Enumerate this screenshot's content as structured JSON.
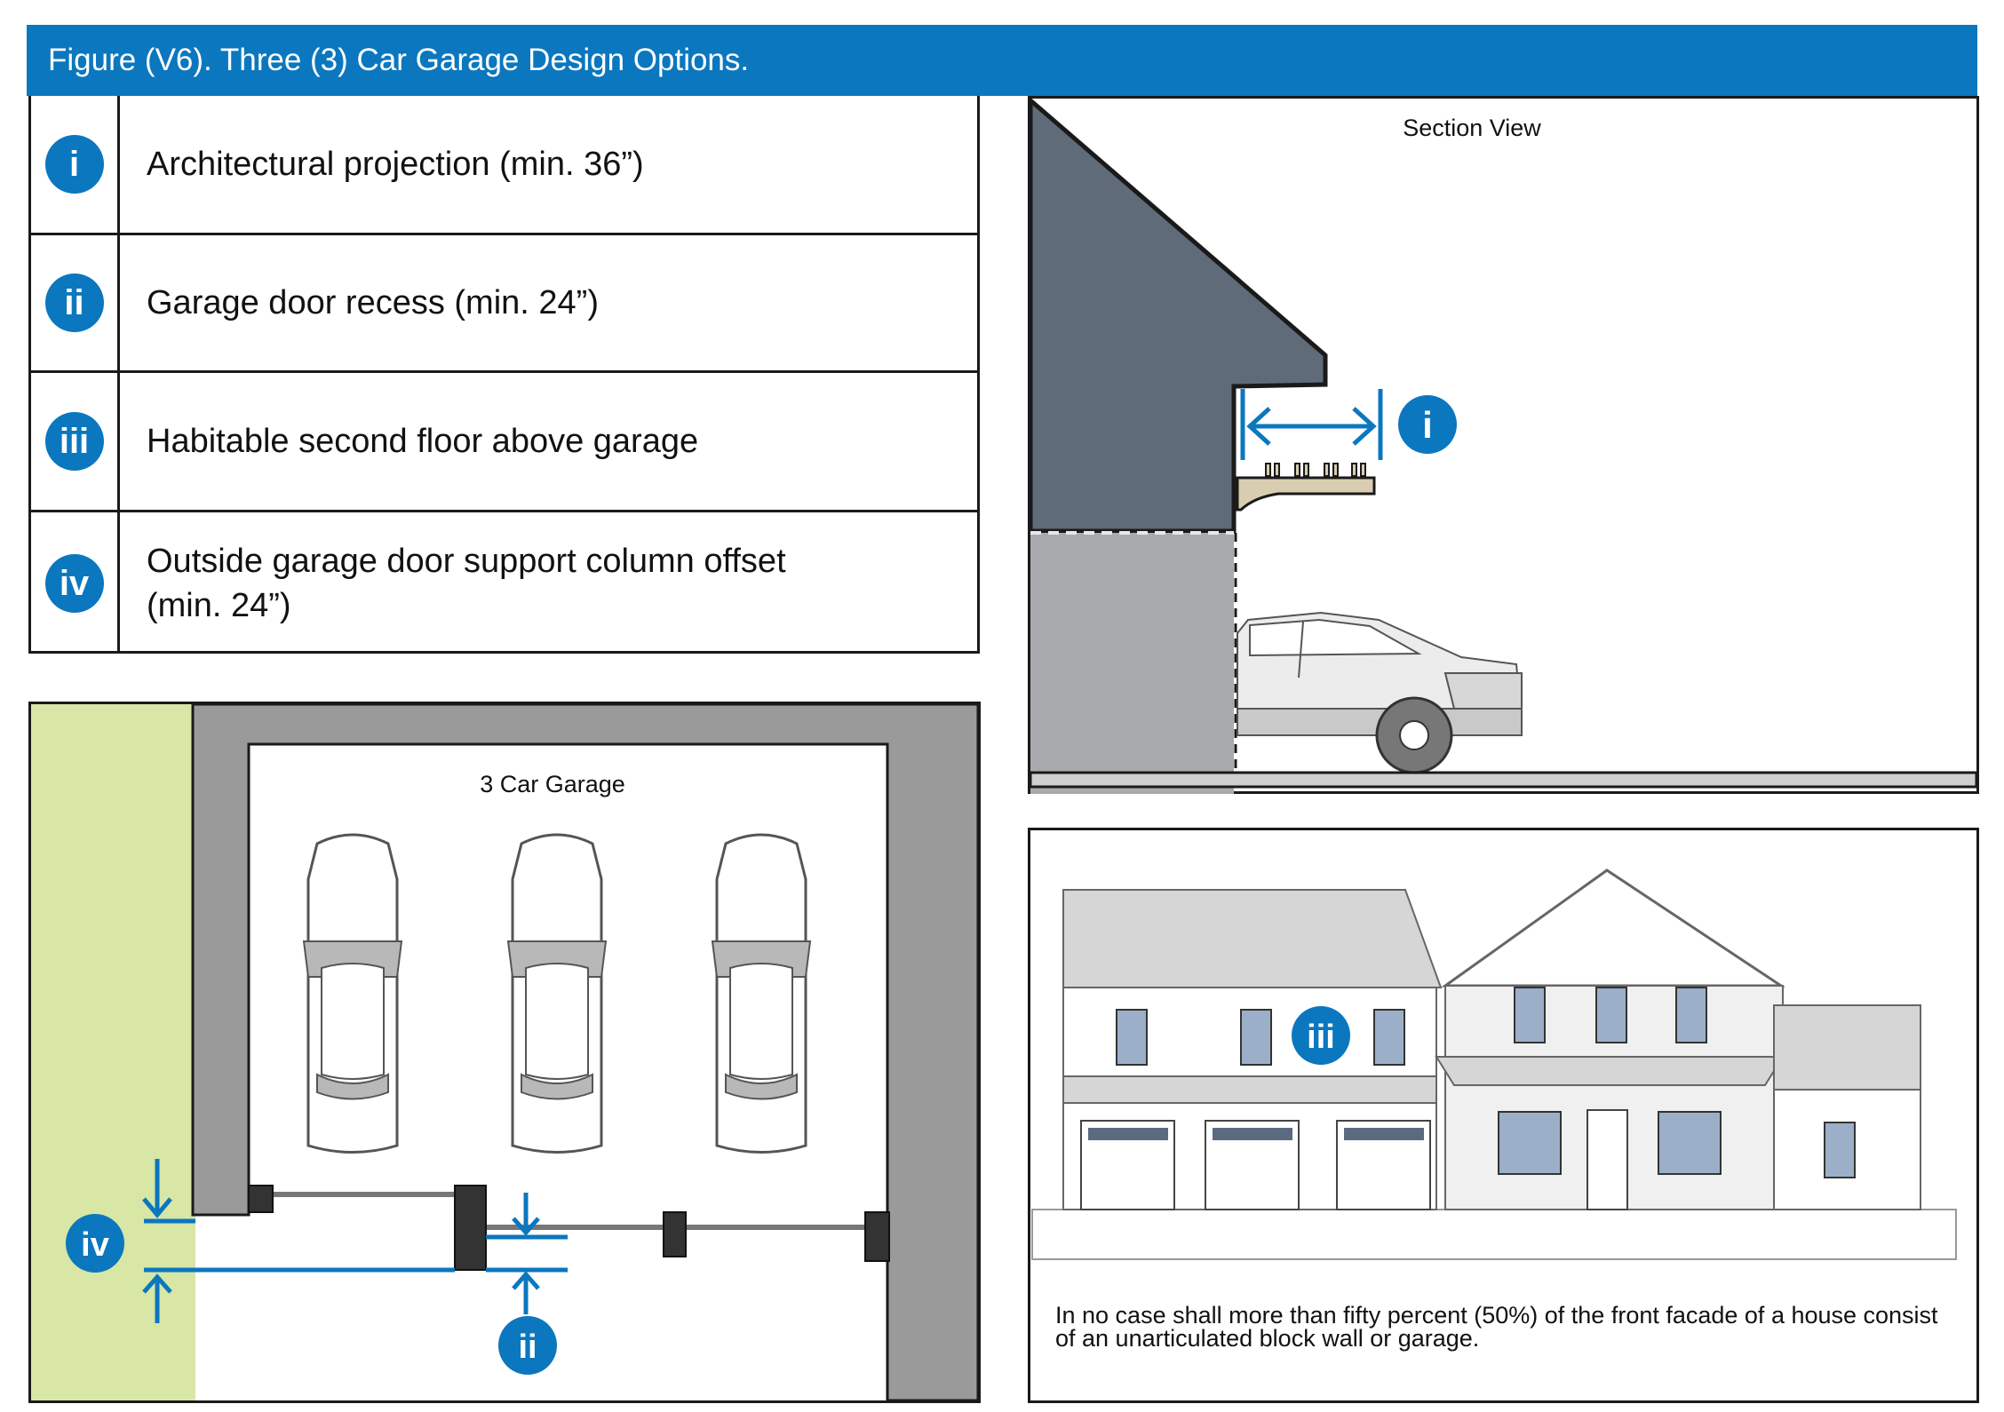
{
  "figure": {
    "title": "Figure (V6). Three (3) Car Garage Design Options."
  },
  "legend": [
    {
      "badge": "i",
      "text": "Architectural projection (min. 36”)"
    },
    {
      "badge": "ii",
      "text": "Garage door recess (min. 24”)"
    },
    {
      "badge": "iii",
      "text": "Habitable second floor above garage"
    },
    {
      "badge": "iv",
      "text": "Outside garage door support column offset (min. 24”)"
    }
  ],
  "section_view": {
    "title": "Section View",
    "badge": "i"
  },
  "plan_view": {
    "title": "3 Car Garage",
    "badge_iv": "iv",
    "badge_ii": "ii"
  },
  "elevation_view": {
    "badge": "iii",
    "note": "In no case shall more than fifty percent (50%) of the front facade of a house consist of an unarticulated block wall or garage."
  },
  "colors": {
    "accent_blue": "#0b77bf",
    "wall_dark": "#5f6b78",
    "wall_gray": "#9a9a9a",
    "lawn_green": "#d8e6a6",
    "bracket_tan": "#d8cdb0"
  }
}
